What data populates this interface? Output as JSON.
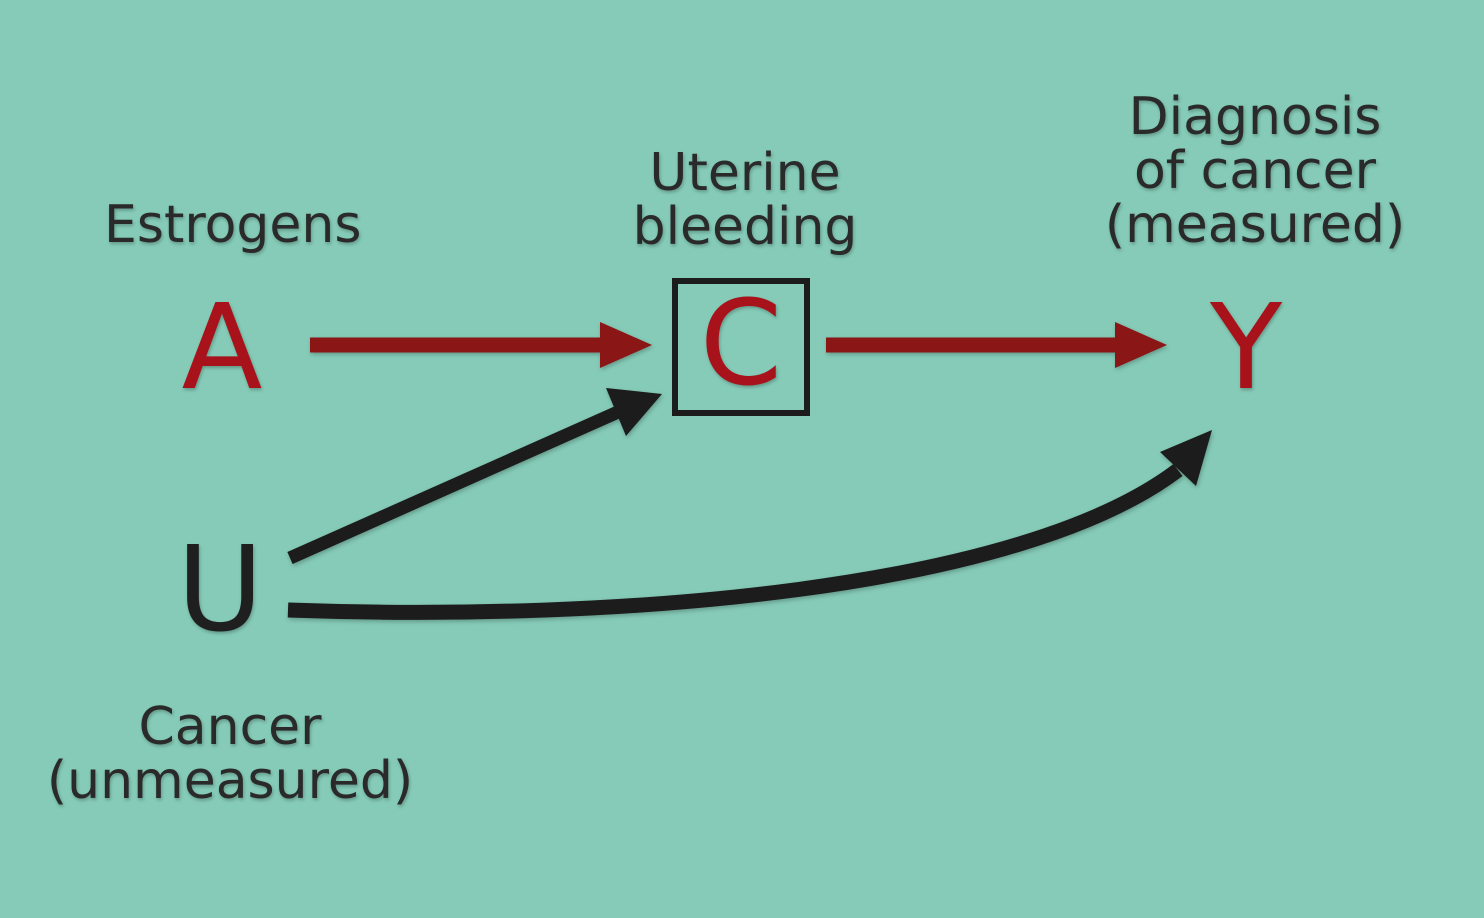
{
  "nodes": {
    "A": {
      "symbol": "A",
      "label": "Estrogens",
      "color": "#a8121a"
    },
    "C": {
      "symbol": "C",
      "label_lines": [
        "Uterine",
        "bleeding"
      ],
      "color": "#a8121a",
      "boxed": true
    },
    "Y": {
      "symbol": "Y",
      "label_lines": [
        "Diagnosis",
        "of cancer",
        "(measured)"
      ],
      "color": "#a8121a"
    },
    "U": {
      "symbol": "U",
      "label_lines": [
        "Cancer",
        "(unmeasured)"
      ],
      "color": "#1f1f1f"
    }
  },
  "edges": [
    {
      "from": "A",
      "to": "C",
      "color": "#8b1318"
    },
    {
      "from": "C",
      "to": "Y",
      "color": "#8b1318"
    },
    {
      "from": "U",
      "to": "C",
      "color": "#1c1c1c"
    },
    {
      "from": "U",
      "to": "Y",
      "color": "#1c1c1c",
      "curved": true
    }
  ],
  "colors": {
    "background": "#85cbb7",
    "text": "#2a2a2a",
    "red": "#a8121a"
  }
}
